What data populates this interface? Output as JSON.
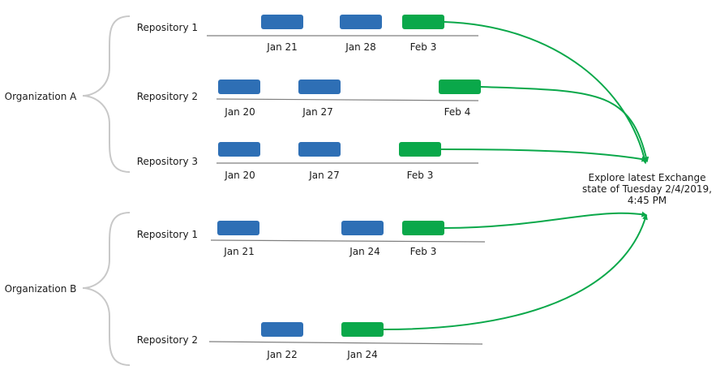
{
  "colors": {
    "snapshot": "#2e6fb5",
    "latest": "#0aa84a",
    "brace": "#c8c8c8",
    "axis": "#7f7f7f"
  },
  "target": {
    "label": "Explore latest Exchange state of Tuesday 2/4/2019, 4:45 PM"
  },
  "organizations": [
    {
      "name": "Organization A",
      "repositories": [
        {
          "name": "Repository 1",
          "snapshots": [
            {
              "date": "Jan 21",
              "latest": false
            },
            {
              "date": "Jan 28",
              "latest": false
            },
            {
              "date": "Feb 3",
              "latest": true
            }
          ]
        },
        {
          "name": "Repository 2",
          "snapshots": [
            {
              "date": "Jan 20",
              "latest": false
            },
            {
              "date": "Jan 27",
              "latest": false
            },
            {
              "date": "Feb 4",
              "latest": true
            }
          ]
        },
        {
          "name": "Repository 3",
          "snapshots": [
            {
              "date": "Jan 20",
              "latest": false
            },
            {
              "date": "Jan 27",
              "latest": false
            },
            {
              "date": "Feb 3",
              "latest": true
            }
          ]
        }
      ]
    },
    {
      "name": "Organization B",
      "repositories": [
        {
          "name": "Repository 1",
          "snapshots": [
            {
              "date": "Jan 21",
              "latest": false
            },
            {
              "date": "Jan 24",
              "latest": false
            },
            {
              "date": "Feb 3",
              "latest": true
            }
          ]
        },
        {
          "name": "Repository 2",
          "snapshots": [
            {
              "date": "Jan 22",
              "latest": false
            },
            {
              "date": "Jan 24",
              "latest": true
            }
          ]
        }
      ]
    }
  ]
}
